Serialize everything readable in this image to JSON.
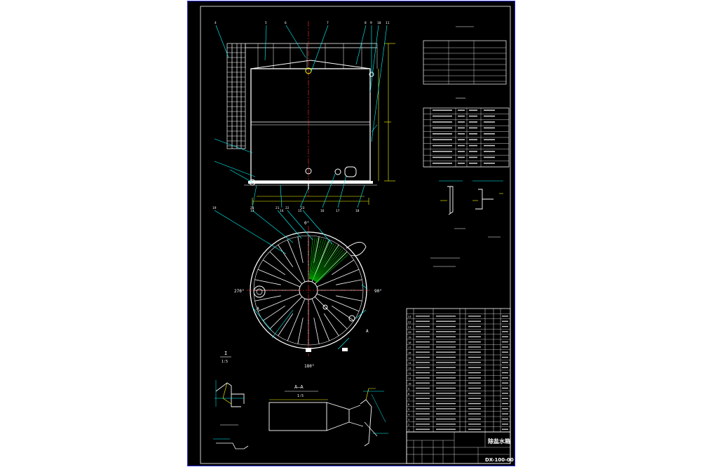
{
  "colors": {
    "sheet_background": "#000000",
    "page_background": "#ffffff",
    "sheet_border": "#2a2ae0",
    "outline": "#ffffff",
    "leader": "#00ffff",
    "dimension": "#ffff00",
    "centerline": "#ff3030",
    "hatch": "#00c000",
    "table_border": "#ffffff"
  },
  "front_view": {
    "item_numbers_top": [
      "4",
      "5",
      "6",
      "7",
      "8",
      "9",
      "10",
      "11"
    ],
    "item_numbers_bottom": [
      "13",
      "14",
      "15",
      "16",
      "17",
      "18"
    ]
  },
  "plan_view": {
    "angle_labels": [
      "0°",
      "90°",
      "180°",
      "270°"
    ],
    "item_numbers": [
      "19",
      "20",
      "21",
      "22",
      "23"
    ],
    "section_marks": [
      "A",
      "A"
    ]
  },
  "section_labels": {
    "section_i": "I",
    "section_i_scale": "1:5",
    "section_aa": "A—A",
    "section_aa_scale": "1:5"
  },
  "parts_table": {
    "rows": [
      "1",
      "2",
      "3",
      "4",
      "5",
      "6",
      "7",
      "8",
      "9",
      "10",
      "11",
      "12",
      "13",
      "14",
      "15",
      "16",
      "17",
      "18",
      "19",
      "20",
      "21",
      "22",
      "23"
    ]
  },
  "title_block": {
    "drawing_name": "除盐水箱",
    "drawing_number": "DX-100-00"
  }
}
